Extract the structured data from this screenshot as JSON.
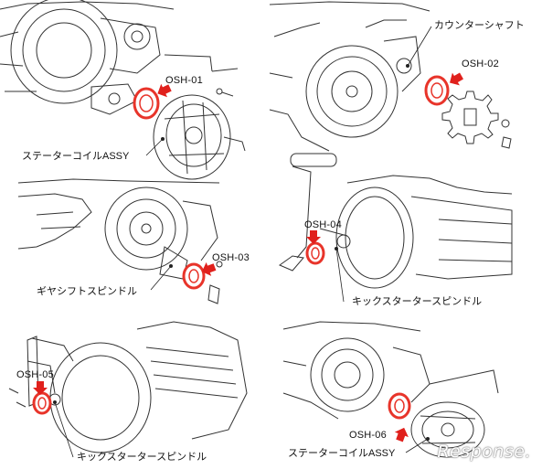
{
  "panels": [
    {
      "code": "OSH-01",
      "part": "ステーターコイルASSY"
    },
    {
      "code": "OSH-02",
      "part": "カウンターシャフト"
    },
    {
      "code": "OSH-03",
      "part": "ギヤシフトスピンドル"
    },
    {
      "code": "OSH-04",
      "part": "キックスタータースピンドル"
    },
    {
      "code": "OSH-05",
      "part": "キックスタータースピンドル"
    },
    {
      "code": "OSH-06",
      "part": "ステーターコイルASSY"
    }
  ],
  "watermark": "Response.",
  "colors": {
    "seal": "#e8342a",
    "arrow": "#e0201c",
    "line": "#222222"
  }
}
